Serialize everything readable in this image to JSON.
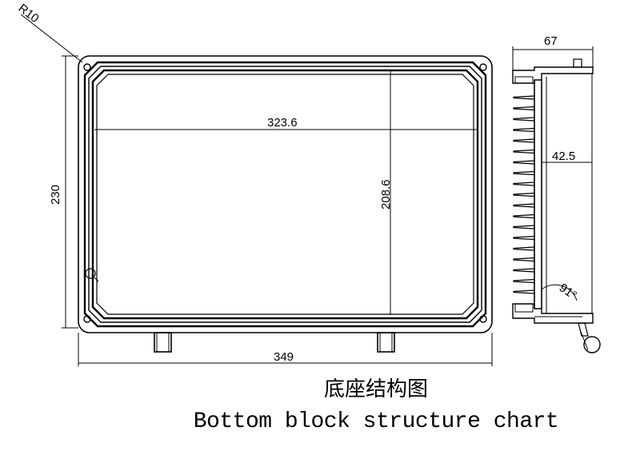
{
  "dimensions": {
    "radius": "R10",
    "height_overall": "230",
    "inner_width": "323.6",
    "inner_height": "208.6",
    "width_overall": "349",
    "side_depth": "67",
    "side_inner": "42.5",
    "draft_angle": "91°"
  },
  "caption": {
    "chinese": "底座结构图",
    "english": "Bottom block structure chart"
  }
}
